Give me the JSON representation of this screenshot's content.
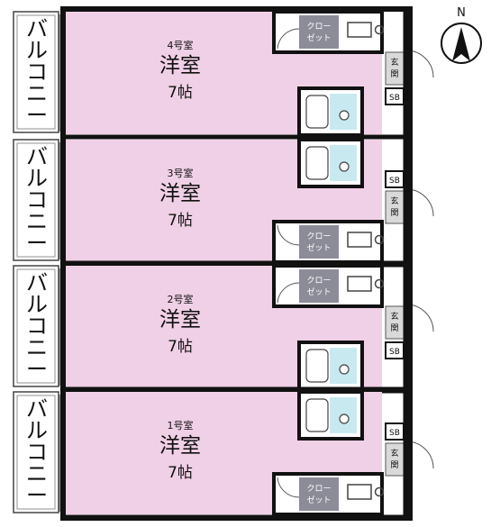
{
  "floorplan": {
    "balcony_label": "バルコニー",
    "compass_label": "N",
    "units": [
      {
        "room_no": "4号室",
        "room_type": "洋室",
        "size": "7帖",
        "closet": "クロー\nゼット",
        "entrance": "玄関",
        "sb": "SB"
      },
      {
        "room_no": "3号室",
        "room_type": "洋室",
        "size": "7帖",
        "closet": "クロー\nゼット",
        "entrance": "玄関",
        "sb": "SB"
      },
      {
        "room_no": "2号室",
        "room_type": "洋室",
        "size": "7帖",
        "closet": "クロー\nゼット",
        "entrance": "玄関",
        "sb": "SB"
      },
      {
        "room_no": "1号室",
        "room_type": "洋室",
        "size": "7帖",
        "closet": "クロー\nゼット",
        "entrance": "玄関",
        "sb": "SB"
      }
    ],
    "colors": {
      "room_fill": "#f0d0e6",
      "bath_fill": "#c9e9f0",
      "closet_fill": "#8c8c99",
      "entrance_fill": "#d9d9d9",
      "wall": "#111111"
    }
  }
}
